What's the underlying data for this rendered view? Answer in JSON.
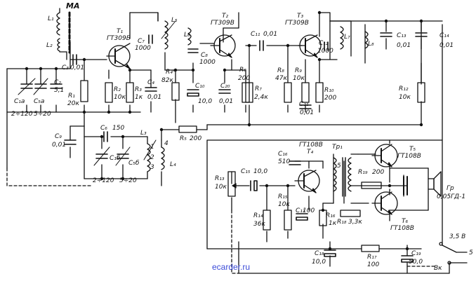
{
  "antenna": "MA",
  "watermark": "ecarder.ru",
  "supply": {
    "voltage": "3,5 B",
    "switch": "Bк",
    "pin": "5"
  },
  "labels": {
    "L1": "L₁",
    "L2": "L₂",
    "L3": "L₃",
    "L4": "L₄",
    "L5": "L₅",
    "L6": "L₆",
    "L7": "L₇",
    "L8": "L₈",
    "T1": "T₁",
    "T1_type": "ГТ309Б",
    "T2": "T₂",
    "T2_type": "ГТ309В",
    "T3": "T₃",
    "T3_type": "ГТ309В",
    "T4": "T₄",
    "T4_type": "ГТ108В",
    "T5": "T₅",
    "T5_type": "ГТ108В",
    "T6": "T₆",
    "T6_type": "ГТ108В",
    "Tr1": "Тр₁",
    "C1a": "C₁а",
    "C1a_v": "2÷120",
    "C5a": "C₅а",
    "C5a_v": "5÷20",
    "C2": "C₂",
    "C2_v": "5,1",
    "C3": "C₃",
    "C3_v": "0,01",
    "C4": "C₄",
    "C4_v": "0,01",
    "C6": "C₆",
    "C6_v": "150",
    "C7": "C₇",
    "C7_v": "1000",
    "C8": "C₈",
    "C8_v": "1000",
    "C9": "C₉",
    "C9_v": "0,01",
    "C10": "C₁₀",
    "C10_v": "10,0",
    "C11": "C₁₁",
    "C11_v": "0,01",
    "C12": "C₁₂",
    "C12_v": "1000",
    "C13": "C₁₃",
    "C13_v": "0,01",
    "C14": "C₁₄",
    "C14_v": "0,01",
    "C15": "C₁₅",
    "C15_v": "10,0",
    "C16": "C₁₆",
    "C16_v": "510",
    "C17": "C₁₇",
    "C17_v": "100",
    "C18": "C₁₈",
    "C18_v": "10,0",
    "C19": "C₁₉",
    "C19_v": "50,0",
    "C20": "C₂₀",
    "C20_v": "0,01",
    "C21": "C₂₁",
    "C21_v": "0,01",
    "C1b": "C₁б",
    "C1b_v": "2÷120",
    "C5b": "C₅б",
    "C5b_v": "5÷20",
    "R1": "R₁",
    "R1_v": "20к",
    "R2": "R₂",
    "R2_v": "10к",
    "R3": "R₃",
    "R3_v": "1к",
    "R4": "R₄*",
    "R4_v": "82к",
    "R5": "R₅",
    "R5_v": "200",
    "R6": "R₆",
    "R6_v": "200",
    "R7": "R₇",
    "R7_v": "2,4к",
    "R8": "R₈",
    "R8_v": "47к",
    "R9": "R₉",
    "R9_v": "10к",
    "R10": "R₁₀",
    "R10_v": "200",
    "R12": "R₁₂",
    "R12_v": "10к",
    "R13": "R₁₃",
    "R13_v": "10к",
    "R14": "R₁₄",
    "R14_v": "36к",
    "R15": "R₁₅",
    "R15_v": "10к",
    "R16": "R₁₆",
    "R16_v": "1к",
    "R17": "R₁₇",
    "R17_v": "100",
    "R18": "R₁₈",
    "R18_v": "3,3к",
    "R19": "R₁₉",
    "R19_v": "200",
    "Gr": "Гр",
    "Gr_v": "0,05ГД-1",
    "pin1": "1",
    "pin2": "2",
    "pin3": "3",
    "pin4": "4",
    "pin5": "5"
  }
}
